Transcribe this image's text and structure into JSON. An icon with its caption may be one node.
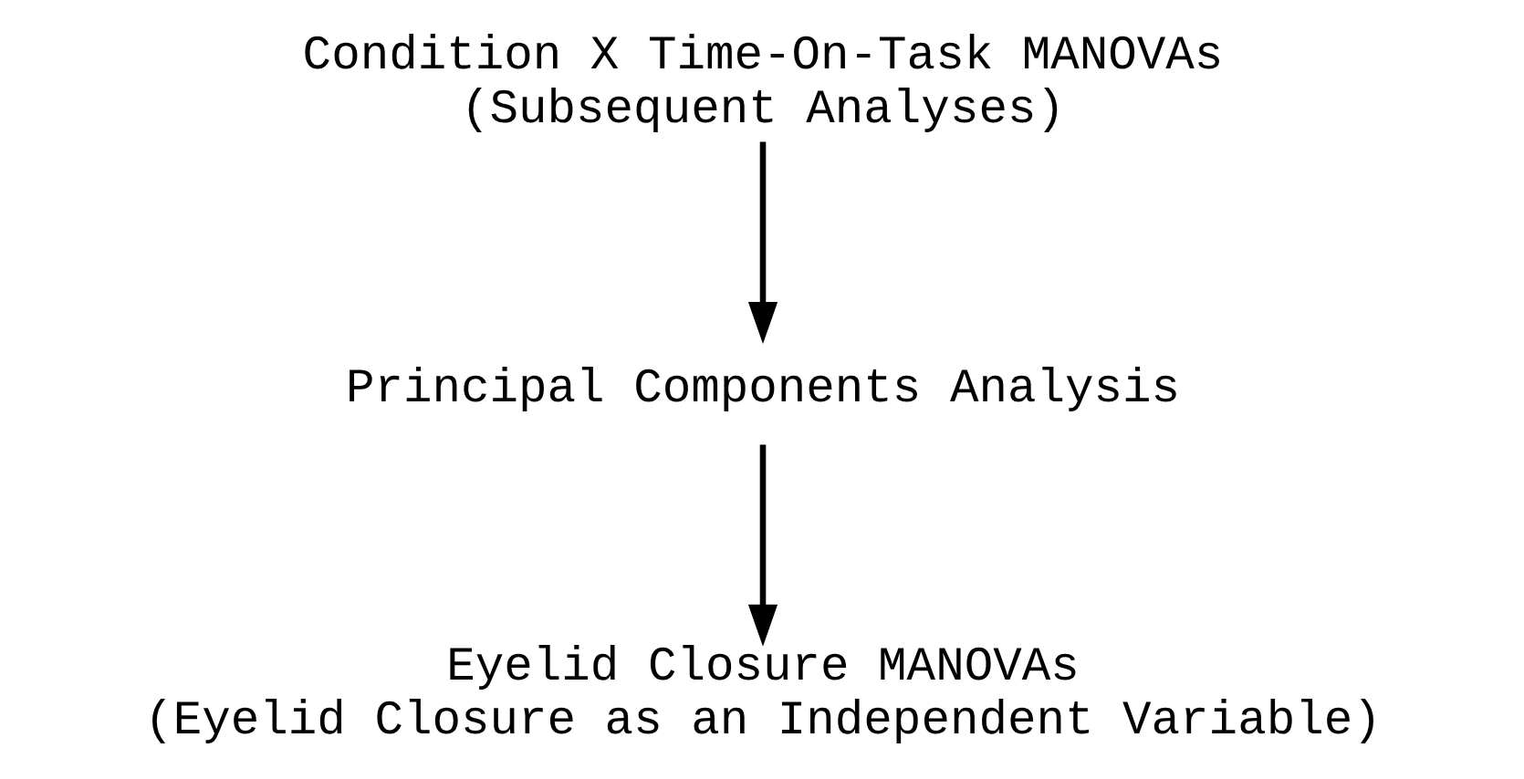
{
  "diagram": {
    "nodes": [
      {
        "text": [
          "Condition X Time-On-Task MANOVAs",
          "(Subsequent Analyses)"
        ]
      },
      {
        "text": [
          "Principal Components Analysis"
        ]
      },
      {
        "text": [
          "Eyelid Closure MANOVAs",
          "(Eyelid Closure as an Independent Variable)"
        ]
      }
    ],
    "edges": [
      {
        "from": 0,
        "to": 1,
        "arrow": "to"
      },
      {
        "from": 1,
        "to": 2,
        "arrow": "to"
      }
    ]
  }
}
